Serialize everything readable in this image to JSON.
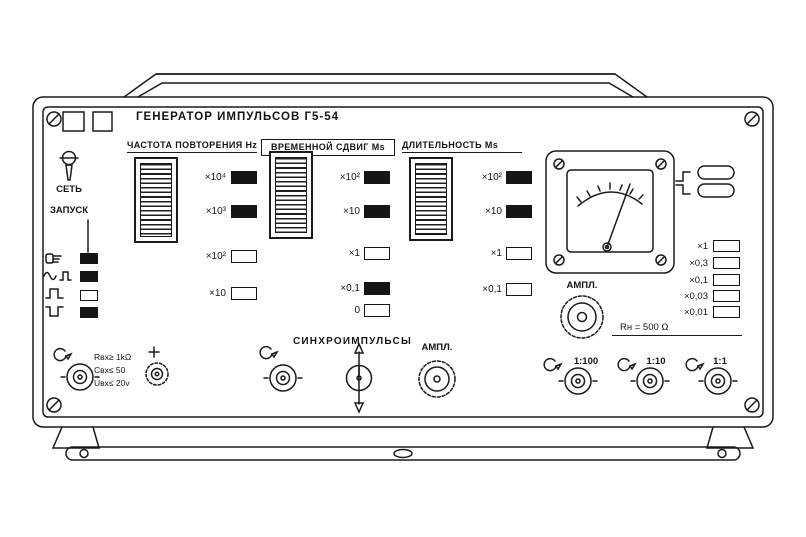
{
  "title": "ГЕНЕРАТОР ИМПУЛЬСОВ Г5-54",
  "colors": {
    "ink": "#1a1a1a",
    "paper": "#ffffff"
  },
  "panel": {
    "power_label": "СЕТЬ",
    "trigger_label": "ЗАПУСК"
  },
  "frequency": {
    "label": "ЧАСТОТА ПОВТОРЕНИЯ Hz",
    "multipliers": [
      "×10⁴",
      "×10³",
      "×10²",
      "×10"
    ],
    "pressed": [
      true,
      true,
      false,
      false
    ]
  },
  "time_shift": {
    "label": "ВРЕМЕННОЙ СДВИГ Ms",
    "multipliers": [
      "×10²",
      "×10",
      "×1",
      "×0,1",
      "0"
    ],
    "pressed": [
      true,
      true,
      false,
      true,
      false
    ]
  },
  "duration": {
    "label": "ДЛИТЕЛЬНОСТЬ Ms",
    "multipliers": [
      "×10²",
      "×10",
      "×1",
      "×0,1"
    ],
    "pressed": [
      true,
      true,
      false,
      false
    ]
  },
  "trigger_modes": {
    "modes": [
      "manual",
      "sine-square",
      "pulse-positive",
      "pulse-negative"
    ],
    "pressed": [
      true,
      true,
      false,
      true
    ]
  },
  "input": {
    "specs": [
      "Rвх≥ 1kΩ",
      "Свх≤ 50",
      "Uвх≤ 20v"
    ]
  },
  "sync": {
    "label": "СИНХРОИМПУЛЬСЫ",
    "ampl_label": "АМПЛ."
  },
  "output": {
    "ampl_label": "АМПЛ.",
    "load_label": "Rн = 500 Ω",
    "attenuator": [
      "×1",
      "×0,3",
      "×0,1",
      "×0,03",
      "×0,01"
    ],
    "attenuator_pressed": [
      false,
      false,
      false,
      false,
      false
    ],
    "ratios": [
      "1:100",
      "1:10",
      "1:1"
    ]
  },
  "icons": {
    "trigger_modes": [
      "hand-icon",
      "sine-square-wave-icon",
      "positive-pulse-icon",
      "negative-pulse-icon"
    ],
    "connectors": "bnc-connector",
    "rotation": "arc-arrow-icon"
  }
}
